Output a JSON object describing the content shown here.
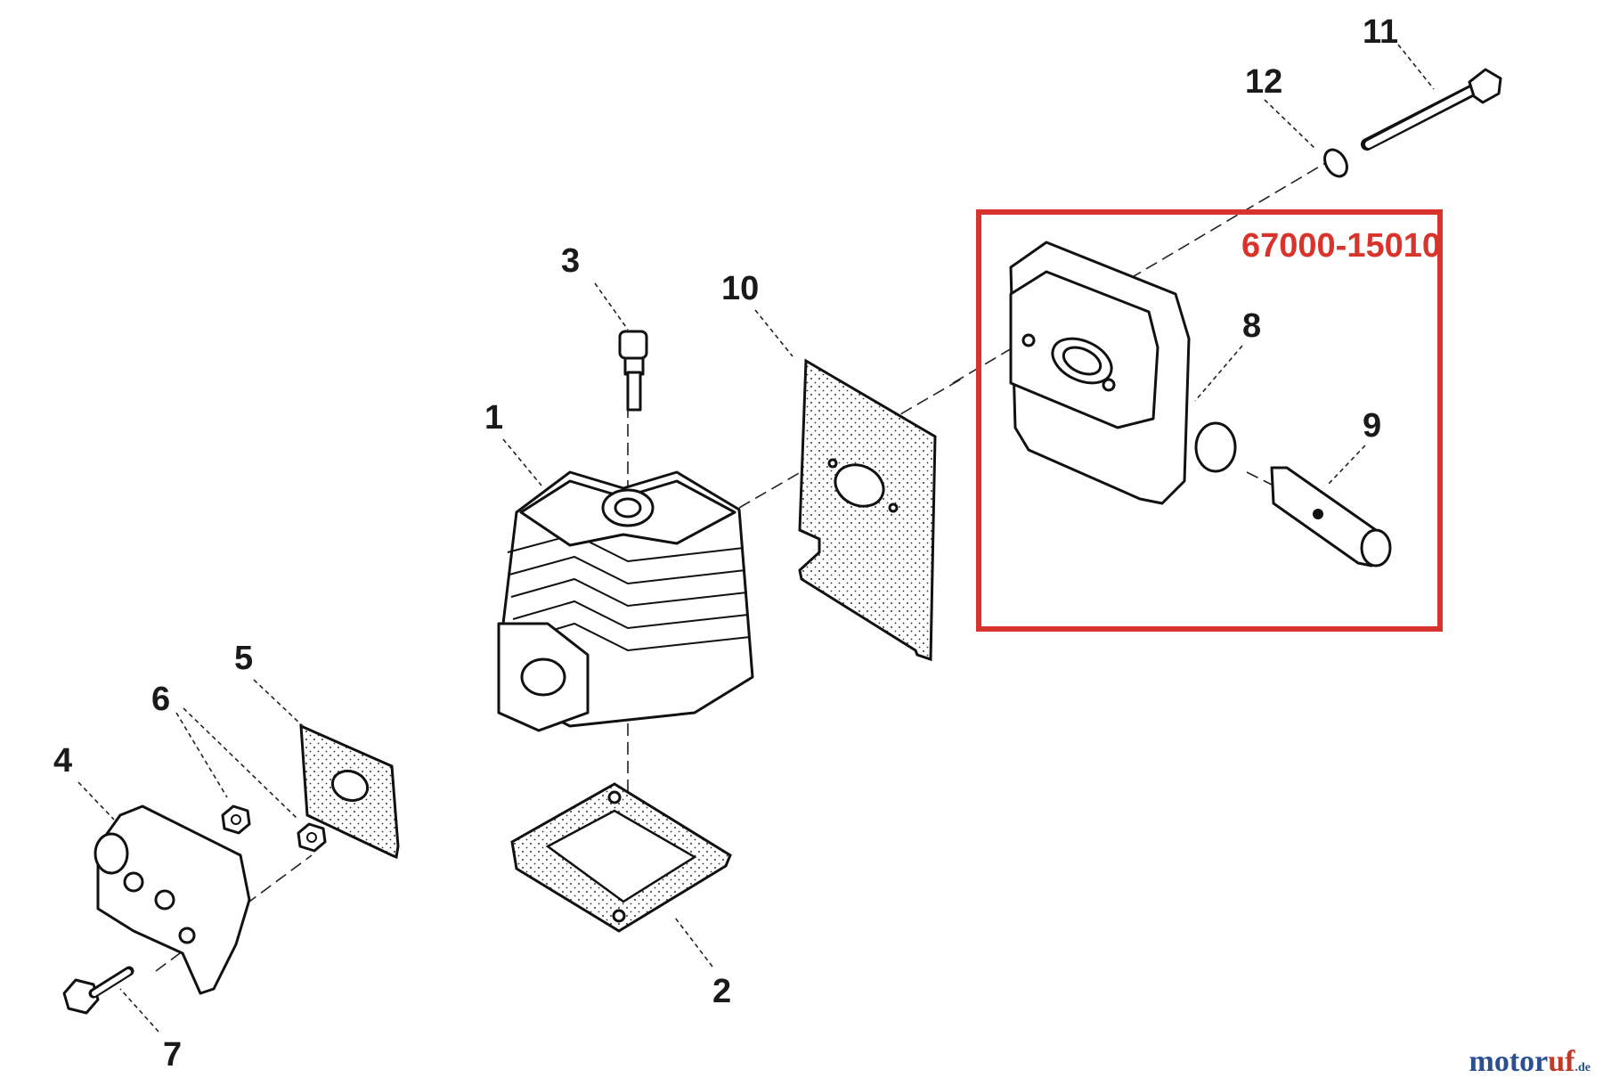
{
  "diagram": {
    "assembly": {
      "part_number": "67000-15010",
      "highlight_color": "#d9342b"
    },
    "callouts": [
      {
        "id": "1",
        "label": "1"
      },
      {
        "id": "2",
        "label": "2"
      },
      {
        "id": "3",
        "label": "3"
      },
      {
        "id": "4",
        "label": "4"
      },
      {
        "id": "5",
        "label": "5"
      },
      {
        "id": "6",
        "label": "6"
      },
      {
        "id": "7",
        "label": "7"
      },
      {
        "id": "8",
        "label": "8"
      },
      {
        "id": "9",
        "label": "9"
      },
      {
        "id": "10",
        "label": "10"
      },
      {
        "id": "11",
        "label": "11"
      },
      {
        "id": "12",
        "label": "12"
      }
    ]
  },
  "watermark": {
    "part1": "motor",
    "part2": "uf",
    "part3": ".de"
  }
}
